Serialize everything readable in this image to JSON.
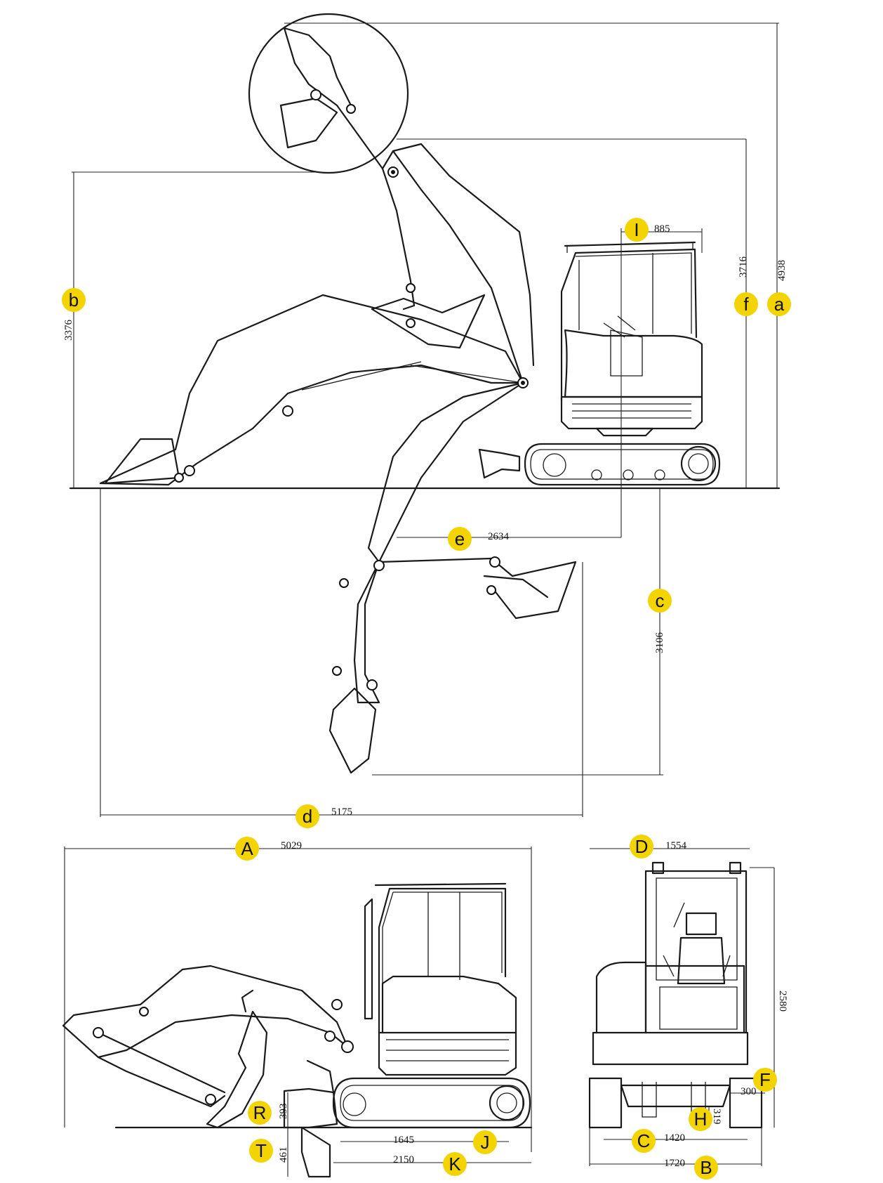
{
  "labels": {
    "a": "a",
    "b": "b",
    "c": "c",
    "d": "d",
    "e": "e",
    "f": "f",
    "I": "I",
    "A": "A",
    "B": "B",
    "C": "C",
    "D": "D",
    "F": "F",
    "H": "H",
    "J": "J",
    "K": "K",
    "R": "R",
    "T": "T"
  },
  "dimensions": {
    "a": "4938",
    "b": "3376",
    "c": "3106",
    "d": "5175",
    "e": "2634",
    "f": "3716",
    "I": "885",
    "A": "5029",
    "B": "1720",
    "C": "1420",
    "D": "1554",
    "E": "2580",
    "F": "300",
    "H": "319",
    "J": "1645",
    "K": "2150",
    "R": "393",
    "T": "461"
  },
  "colors": {
    "badge": "#f3d400",
    "line": "#1a1a1a",
    "background": "#ffffff"
  }
}
